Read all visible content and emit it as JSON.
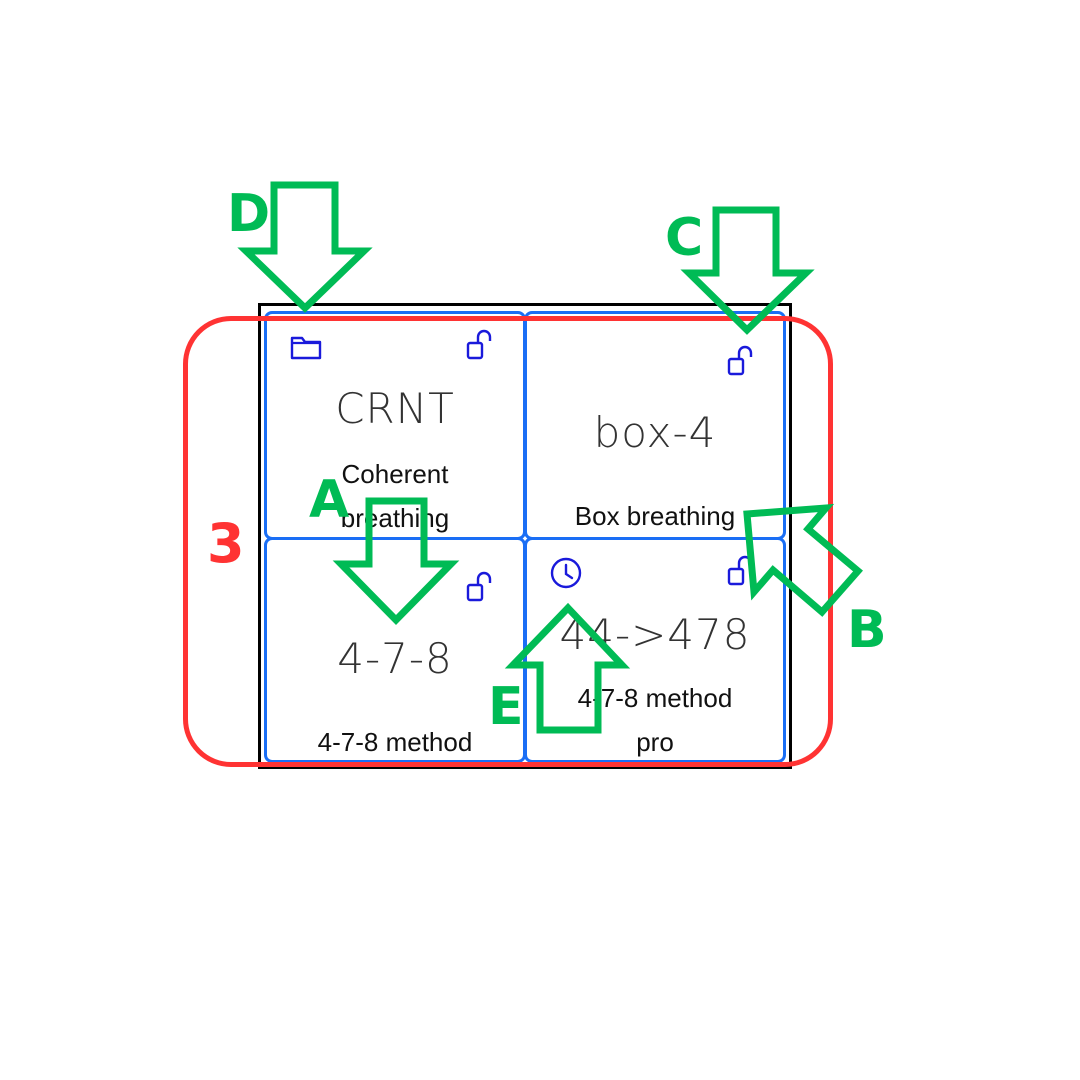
{
  "cards": [
    {
      "abbr": "CRNT",
      "name": "Coherent breathing",
      "name_lines": [
        "Coherent",
        "breathing"
      ],
      "top_left_icon": "folder-icon",
      "top_right_icon": "unlock-icon"
    },
    {
      "abbr": "box-4",
      "name": "Box breathing",
      "top_right_icon": "unlock-icon"
    },
    {
      "abbr": "4-7-8",
      "name": "4-7-8 method",
      "top_right_icon": "unlock-icon"
    },
    {
      "abbr": "44->478",
      "name": "4-7-8 method pro",
      "name_lines": [
        "4-7-8 method",
        "pro"
      ],
      "top_left_icon": "clock-icon",
      "top_right_icon": "unlock-icon"
    }
  ],
  "annotations": {
    "region_label": "3",
    "markers": [
      "A",
      "B",
      "C",
      "D",
      "E"
    ]
  },
  "colors": {
    "card_border": "#1a6ef5",
    "icon": "#1a1adb",
    "annotation_green": "#00bb55",
    "annotation_red": "#ff3333"
  }
}
